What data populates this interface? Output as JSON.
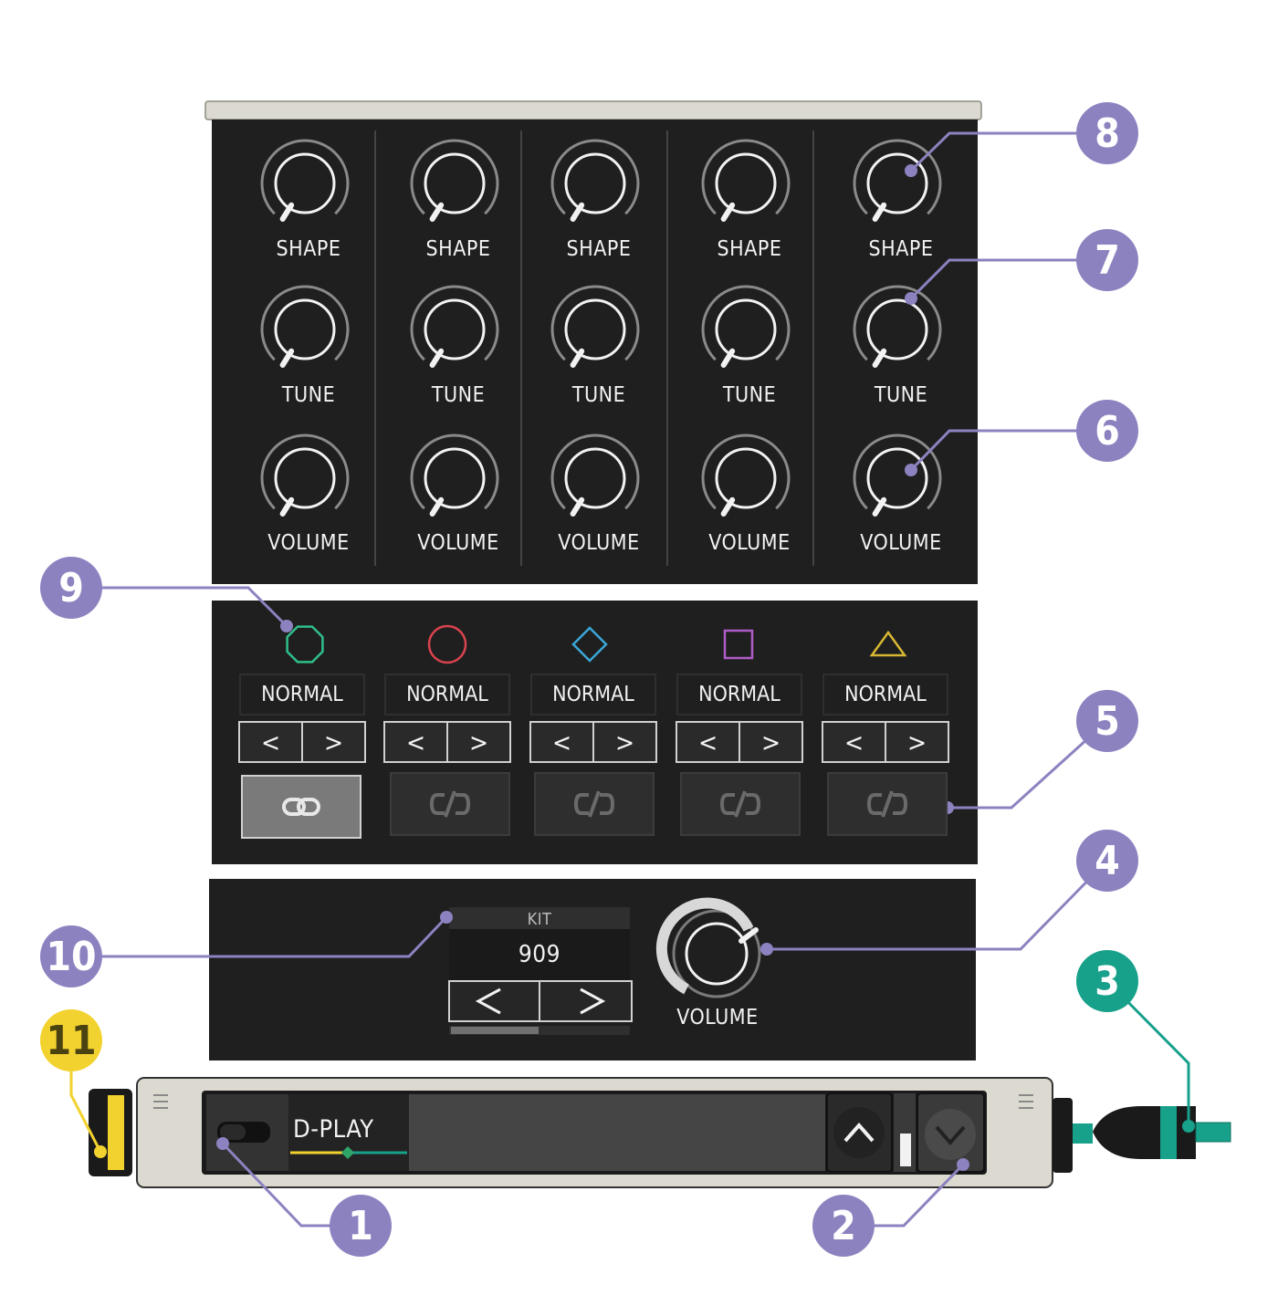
{
  "voices": [
    {
      "shape_label": "SHAPE",
      "tune_label": "TUNE",
      "volume_label": "VOLUME",
      "mode": "NORMAL",
      "symbol": "octagon",
      "symbol_color": "#2fbf8a",
      "linked": true
    },
    {
      "shape_label": "SHAPE",
      "tune_label": "TUNE",
      "volume_label": "VOLUME",
      "mode": "NORMAL",
      "symbol": "circle",
      "symbol_color": "#d9434e",
      "linked": false
    },
    {
      "shape_label": "SHAPE",
      "tune_label": "TUNE",
      "volume_label": "VOLUME",
      "mode": "NORMAL",
      "symbol": "diamond",
      "symbol_color": "#3aa8d8",
      "linked": false
    },
    {
      "shape_label": "SHAPE",
      "tune_label": "TUNE",
      "volume_label": "VOLUME",
      "mode": "NORMAL",
      "symbol": "square",
      "symbol_color": "#b05cc8",
      "linked": false
    },
    {
      "shape_label": "SHAPE",
      "tune_label": "TUNE",
      "volume_label": "VOLUME",
      "mode": "NORMAL",
      "symbol": "triangle",
      "symbol_color": "#d8b832",
      "linked": false
    }
  ],
  "arrows": {
    "prev": "<",
    "next": ">"
  },
  "kit": {
    "label": "KIT",
    "value": "909",
    "prev": "<",
    "next": ">"
  },
  "master": {
    "volume_label": "VOLUME"
  },
  "module": {
    "name": "D-PLAY"
  },
  "callouts": [
    {
      "num": "1",
      "color": "#8d82c0"
    },
    {
      "num": "2",
      "color": "#8d82c0"
    },
    {
      "num": "3",
      "color": "#17a08a"
    },
    {
      "num": "4",
      "color": "#8d82c0"
    },
    {
      "num": "5",
      "color": "#8d82c0"
    },
    {
      "num": "6",
      "color": "#8d82c0"
    },
    {
      "num": "7",
      "color": "#8d82c0"
    },
    {
      "num": "8",
      "color": "#8d82c0"
    },
    {
      "num": "9",
      "color": "#8d82c0"
    },
    {
      "num": "10",
      "color": "#8d82c0"
    },
    {
      "num": "11",
      "color": "#f2d22e"
    }
  ],
  "colors": {
    "panel": "#1f1f1f",
    "leader": "#8d82c0",
    "teal": "#17a08a",
    "yellow": "#f2d22e",
    "rail": "#dcdad0"
  }
}
